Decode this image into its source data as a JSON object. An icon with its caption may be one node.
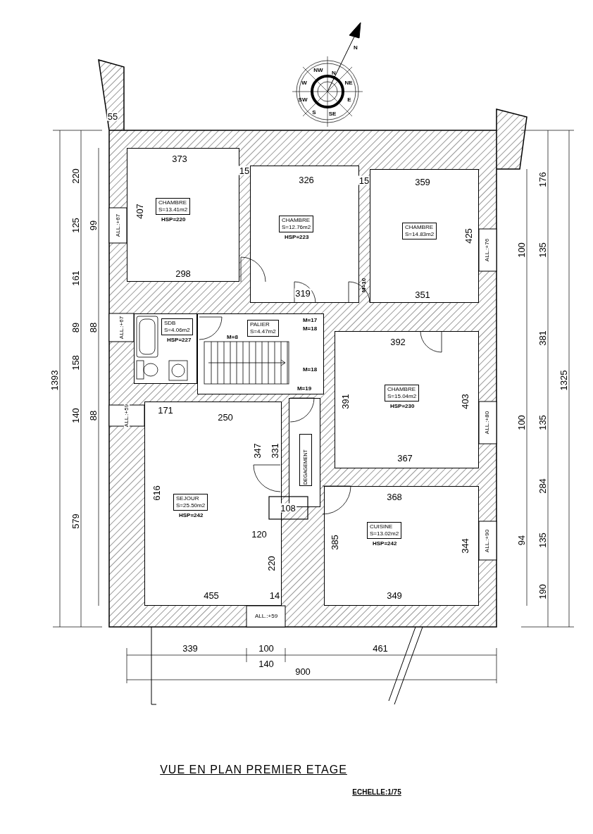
{
  "diagram": {
    "title": "VUE EN PLAN PREMIER ETAGE",
    "nodes": [
      {
        "text": [
          "CHAMBRE S=13.41m2",
          "HSP=220"
        ]
      },
      {
        "text": [
          "CHAMBRE S=12.76m2",
          "HSP=223"
        ]
      },
      {
        "text": [
          "CHAMBRE S=14.83m2"
        ]
      },
      {
        "text": [
          "SDB S=4.06m2",
          "HSP=227"
        ]
      },
      {
        "text": [
          "PALIER S=4.47m2"
        ]
      },
      {
        "text": [
          "CHAMBRE S=15.04m2",
          "HSP=230"
        ]
      },
      {
        "text": [
          "DEGAGEMENT"
        ]
      },
      {
        "text": [
          "SEJOUR S=25.50m2",
          "HSP=242"
        ]
      },
      {
        "text": [
          "CUISINE S=13.02m2",
          "HSP=242"
        ]
      }
    ],
    "labels": [
      "N",
      "NW",
      "N",
      "W",
      "NE",
      "SW",
      "E",
      "S",
      "SE",
      "55",
      "373",
      "15",
      "326",
      "15",
      "359",
      "407",
      "425",
      "176",
      "100",
      "135",
      "298",
      "319",
      "351",
      "M=10",
      "M=17",
      "M=18",
      "392",
      "M=8",
      "M=18",
      "391",
      "403",
      "M=19",
      "171",
      "250",
      "367",
      "347",
      "331",
      "381",
      "100",
      "135",
      "1325",
      "368",
      "616",
      "108",
      "120",
      "385",
      "344",
      "284",
      "94",
      "135",
      "220",
      "455",
      "14",
      "349",
      "190",
      "339",
      "100",
      "140",
      "461",
      "900",
      "220",
      "125",
      "99",
      "161",
      "89",
      "88",
      "158",
      "1393",
      "140",
      "88",
      "579",
      "ALL.:+67",
      "ALL.:+67",
      "ALL.:+59",
      "ALL.:+76",
      "ALL.:+80",
      "ALL.:+90",
      "ALL.:+59",
      "ECHELLE:1/75"
    ]
  }
}
